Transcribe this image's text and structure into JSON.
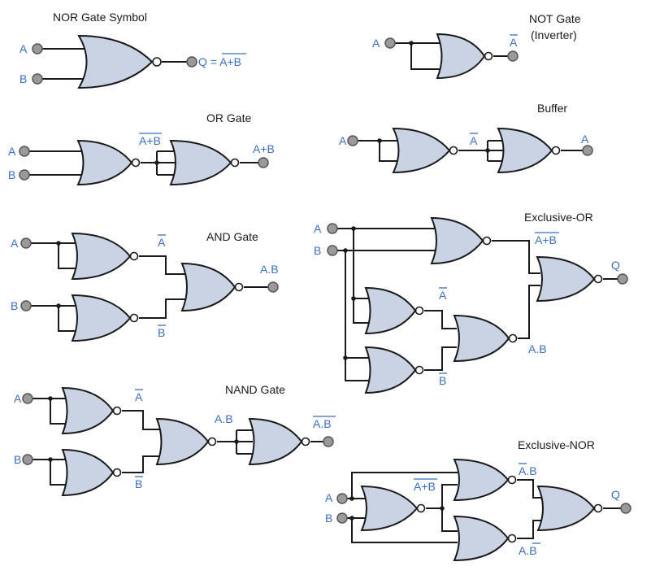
{
  "titles": {
    "nor_symbol": "NOR Gate Symbol",
    "not_gate": "NOT Gate",
    "not_gate_sub": "(Inverter)",
    "or_gate": "OR Gate",
    "buffer": "Buffer",
    "and_gate": "AND Gate",
    "xor": "Exclusive-OR",
    "nand_gate": "NAND Gate",
    "xnor": "Exclusive-NOR"
  },
  "labels": {
    "A": "A",
    "B": "B",
    "Q": "Q",
    "nor_output": "Q = A+B",
    "A_plus_B": "A+B",
    "A_dot_B": "A.B",
    "A_bar": "A",
    "B_bar": "B",
    "A_dot_Bbar": "A.B"
  },
  "colors": {
    "gate_fill": "#c9d3e3",
    "label_blue": "#3a6fc0",
    "terminal_gray": "#9a9a9a"
  }
}
